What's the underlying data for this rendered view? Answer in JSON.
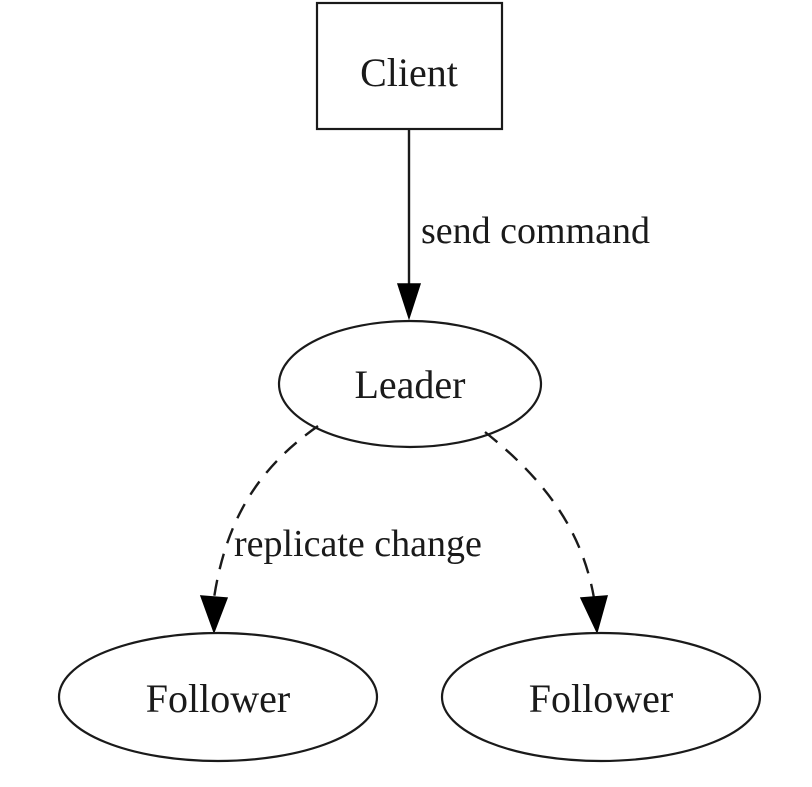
{
  "nodes": {
    "client": {
      "label": "Client",
      "shape": "box"
    },
    "leader": {
      "label": "Leader",
      "shape": "ellipse"
    },
    "follower_left": {
      "label": "Follower",
      "shape": "ellipse"
    },
    "follower_right": {
      "label": "Follower",
      "shape": "ellipse"
    }
  },
  "edges": {
    "client_to_leader": {
      "label": "send command",
      "style": "solid"
    },
    "leader_to_followers": {
      "label": "replicate change",
      "style": "dashed"
    }
  },
  "colors": {
    "stroke": "#1a1a1a",
    "arrowhead": "#000000",
    "background": "#ffffff"
  }
}
